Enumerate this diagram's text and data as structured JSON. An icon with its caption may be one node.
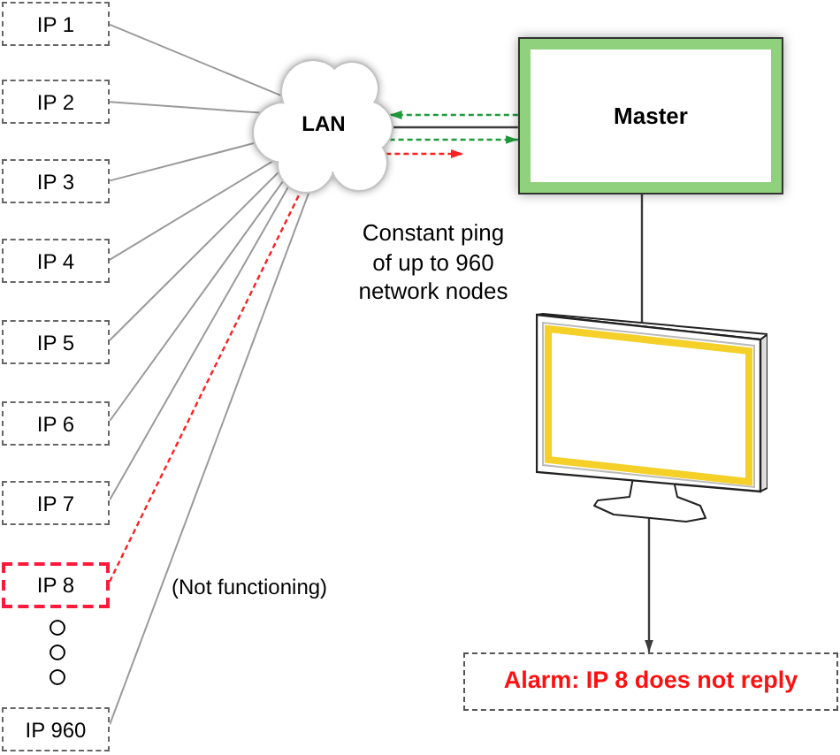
{
  "diagram": {
    "nodes": [
      {
        "text": [
          "IP 1"
        ]
      },
      {
        "text": [
          "IP 2"
        ]
      },
      {
        "text": [
          "IP 3"
        ]
      },
      {
        "text": [
          "IP 4"
        ]
      },
      {
        "text": [
          "IP 5"
        ]
      },
      {
        "text": [
          "IP 6"
        ]
      },
      {
        "text": [
          "IP 7"
        ]
      },
      {
        "text": [
          "IP 8"
        ]
      },
      {
        "text": [
          "IP 960"
        ]
      },
      {
        "text": [
          "LAN"
        ]
      },
      {
        "text": [
          "Master"
        ]
      },
      {
        "text": [],
        "shape": "picture"
      },
      {
        "text": [
          "Alarm: IP 8 does not reply"
        ]
      }
    ],
    "edges": [
      {
        "from": 0,
        "to": 9,
        "arrow": "none"
      },
      {
        "from": 1,
        "to": 9,
        "arrow": "none"
      },
      {
        "from": 2,
        "to": 9,
        "arrow": "none"
      },
      {
        "from": 3,
        "to": 9,
        "arrow": "none"
      },
      {
        "from": 4,
        "to": 9,
        "arrow": "none"
      },
      {
        "from": 5,
        "to": 9,
        "arrow": "none"
      },
      {
        "from": 6,
        "to": 9,
        "arrow": "none"
      },
      {
        "from": 7,
        "to": 9,
        "arrow": "none",
        "style": "dashed",
        "color": "#ff2020"
      },
      {
        "from": 8,
        "to": 9,
        "arrow": "none"
      },
      {
        "from": 9,
        "to": 10,
        "arrow": "none",
        "color": "#3c3c3c"
      },
      {
        "from": 10,
        "to": 9,
        "arrow": "to",
        "style": "dashed",
        "color": "#1f9a3c"
      },
      {
        "from": 9,
        "to": 10,
        "arrow": "to",
        "style": "dashed",
        "color": "#1f9a3c"
      },
      {
        "from": 9,
        "to": null,
        "arrow": "to",
        "style": "dashed",
        "color": "#ff2020"
      },
      {
        "from": 10,
        "to": 11,
        "arrow": "none",
        "color": "#3c3c3c"
      },
      {
        "from": 11,
        "to": 12,
        "arrow": "to",
        "color": "#3c3c3c"
      }
    ],
    "labels": [
      "Constant ping of up to 960 network nodes",
      "(Not functioning)"
    ]
  }
}
